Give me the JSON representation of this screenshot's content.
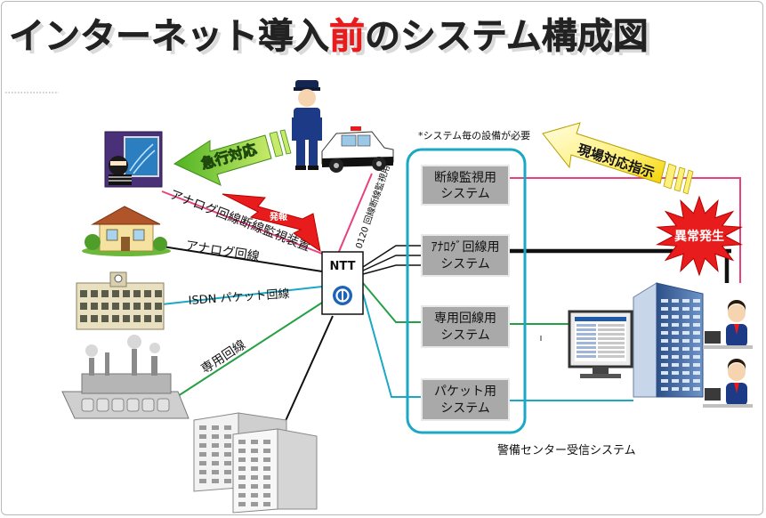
{
  "title": {
    "main_a": "インターネット導入",
    "main_b": "前",
    "main_c": "のシステム構成図"
  },
  "note": "*システム毎の設備が必要",
  "ntt": {
    "label": "NTT"
  },
  "arrows": {
    "emergency": "急行対応",
    "onsite": "現場対応指示"
  },
  "alarm": "発報",
  "anomaly": "異常発生",
  "lines": {
    "analog_monitor_device": "アナログ回線断線監視装置",
    "analog": "アナログ回線",
    "isdn": "ISDN パケット回線",
    "dedicated": "専用回線",
    "toll_free": "0120 回線断線監視用"
  },
  "systems": [
    {
      "line1": "断線監視用",
      "line2": "システム"
    },
    {
      "line1": "ｱﾅﾛｸﾞ回線用",
      "line2": "システム"
    },
    {
      "line1": "専用回線用",
      "line2": "システム"
    },
    {
      "line1": "パケット用",
      "line2": "システム"
    }
  ],
  "center_label": "警備センター受信システム",
  "colors": {
    "pink": "#e7427f",
    "teal": "#1aa8c4",
    "green": "#26a045",
    "black": "#111111",
    "red": "#e81c1c",
    "system_box": "#a9a9a9"
  }
}
